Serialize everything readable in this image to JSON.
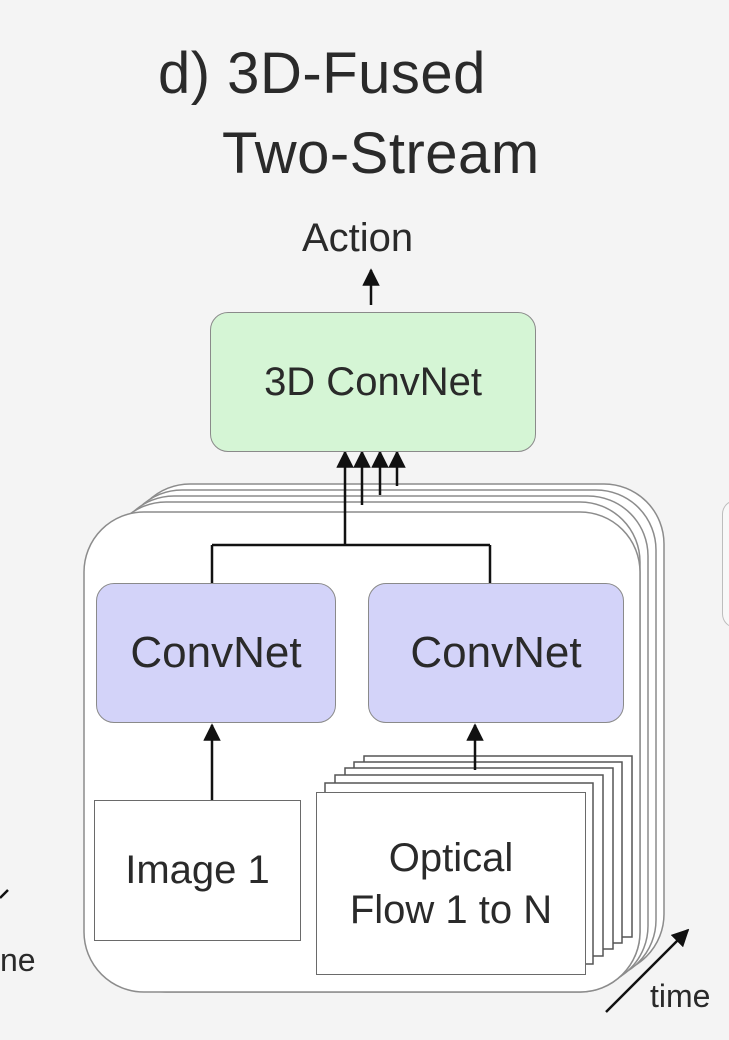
{
  "title": {
    "line1": "d) 3D-Fused",
    "line2": "Two-Stream"
  },
  "diagram": {
    "output_label": "Action",
    "fusion_block": "3D ConvNet",
    "stream_left": "ConvNet",
    "stream_right": "ConvNet",
    "input_image": "Image 1",
    "input_flow_line1": "Optical",
    "input_flow_line2": "Flow 1 to N",
    "time_label": "time",
    "edge_partial_text": "ne"
  },
  "colors": {
    "fusion_fill": "#d5f5d5",
    "stream_fill": "#d3d3f9",
    "background": "#f4f4f4"
  }
}
